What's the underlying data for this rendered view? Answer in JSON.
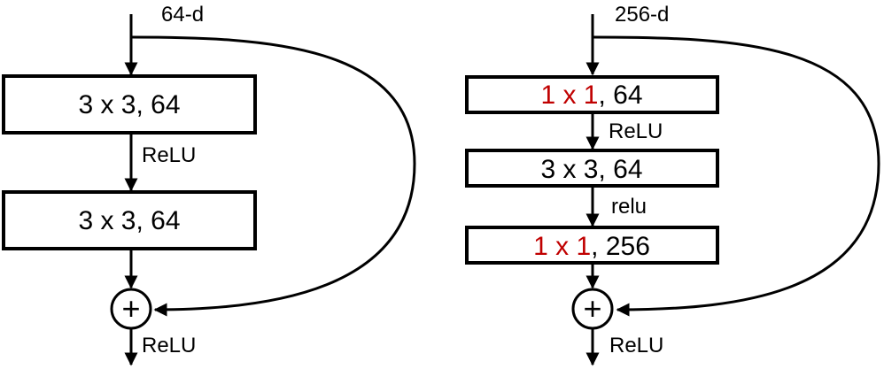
{
  "left_block": {
    "input_label": "64-d",
    "layer1": "3 x 3, 64",
    "act1": "ReLU",
    "layer2": "3 x 3, 64",
    "sum_symbol": "+",
    "output_act": "ReLU"
  },
  "right_block": {
    "input_label": "256-d",
    "layer1_kernel": "1 x 1",
    "layer1_rest": ", 64",
    "act1": "ReLU",
    "layer2": "3 x 3, 64",
    "act2": "relu",
    "layer3_kernel": "1 x 1",
    "layer3_rest": ", 256",
    "sum_symbol": "+",
    "output_act": "ReLU"
  },
  "colors": {
    "highlight": "#c00000",
    "stroke": "#000000"
  }
}
